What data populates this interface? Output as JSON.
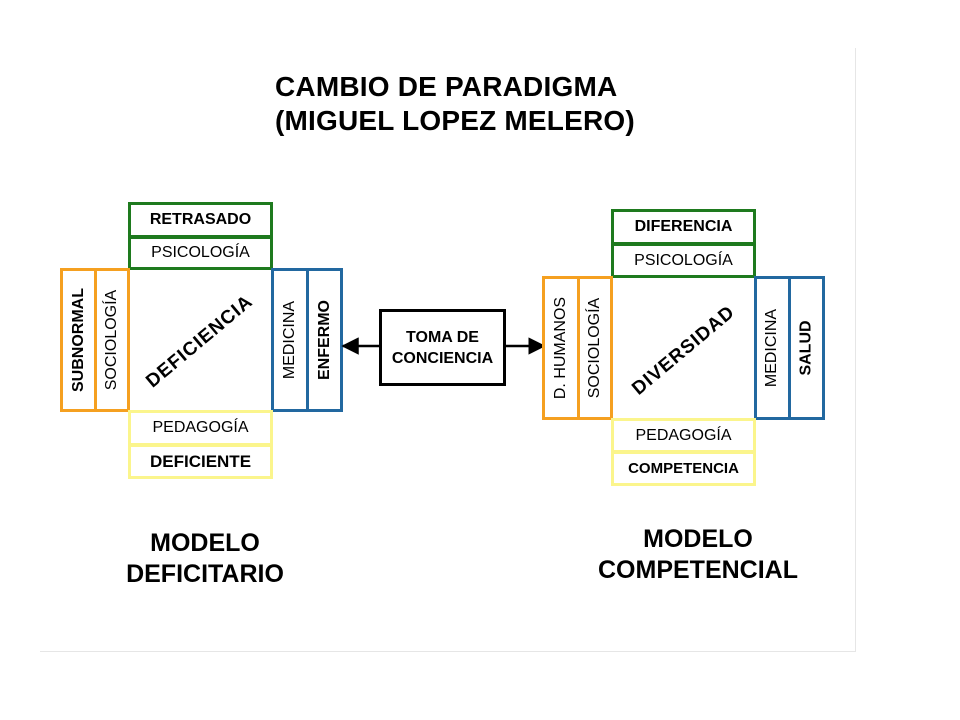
{
  "title": {
    "line1": "CAMBIO DE PARADIGMA",
    "line2": "(MIGUEL LOPEZ MELERO)"
  },
  "left_model": {
    "top_outer": "RETRASADO",
    "top_inner": "PSICOLOGÍA",
    "left_outer": "SUBNORMAL",
    "left_inner": "SOCIOLOGÍA",
    "center": "DEFICIENCIA",
    "right_inner": "MEDICINA",
    "right_outer": "ENFERMO",
    "bottom_inner": "PEDAGOGÍA",
    "bottom_outer": "DEFICIENTE",
    "caption_line1": "MODELO",
    "caption_line2": "DEFICITARIO"
  },
  "center_box": {
    "line1": "TOMA DE",
    "line2": "CONCIENCIA"
  },
  "right_model": {
    "top_outer": "DIFERENCIA",
    "top_inner": "PSICOLOGÍA",
    "left_outer": "D. HUMANOS",
    "left_inner": "SOCIOLOGÍA",
    "center": "DIVERSIDAD",
    "right_inner": "MEDICINA",
    "right_outer": "SALUD",
    "bottom_inner": "PEDAGOGÍA",
    "bottom_outer": "COMPETENCIA",
    "caption_line1": "MODELO",
    "caption_line2": "COMPETENCIAL"
  },
  "colors": {
    "psychology": "#1e7a1e",
    "sociology": "#f5a020",
    "medicine": "#2268a0",
    "pedagogy": "#fbf58c"
  }
}
